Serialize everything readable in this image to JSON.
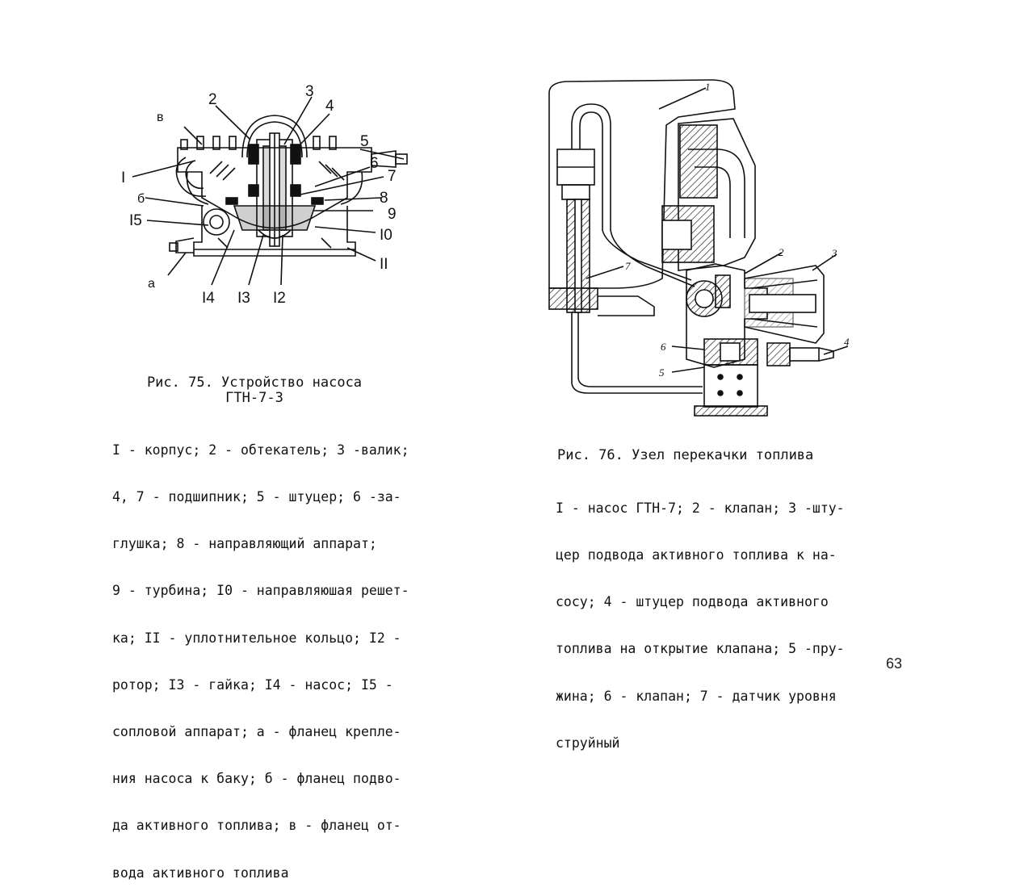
{
  "fig75": {
    "labels": [
      "в",
      "2",
      "3",
      "4",
      "5",
      "6",
      "7",
      "I",
      "б",
      "8",
      "I5",
      "9",
      "I0",
      "II",
      "а",
      "I4",
      "I3",
      "I2"
    ],
    "caption": [
      "Рис. 75. Устройство насоса",
      "ГТН-7-3"
    ],
    "legend": [
      "I - корпус; 2 - обтекатель; 3 -валик;",
      "4, 7 - подшипник; 5 - штуцер; 6 -за-",
      "глушка; 8 - направляющий аппарат;",
      "9 - турбина; I0 - направляюшая решет-",
      "ка; II - уплотнительное кольцо; I2 -",
      "ротор; I3 - гайка; I4 - насос; I5 -",
      "сопловой аппарат; а - фланец крепле-",
      "ния насоса к баку; б - фланец подво-",
      "да активного топлива; в - фланец от-",
      "вода активного топлива"
    ]
  },
  "fig76": {
    "labels": [
      "1",
      "2",
      "3",
      "4",
      "5",
      "6",
      "7"
    ],
    "caption": "Рис. 76. Узел перекачки топлива",
    "legend": [
      "I - насос ГТН-7; 2 - клапан; 3 -шту-",
      "цер подвода активного топлива к на-",
      "сосу; 4 - штуцер подвода активного",
      "топлива на открытие клапана; 5 -пру-",
      "жина; 6 - клапан; 7 - датчик уровня",
      "струйный"
    ]
  },
  "page_number": "63"
}
